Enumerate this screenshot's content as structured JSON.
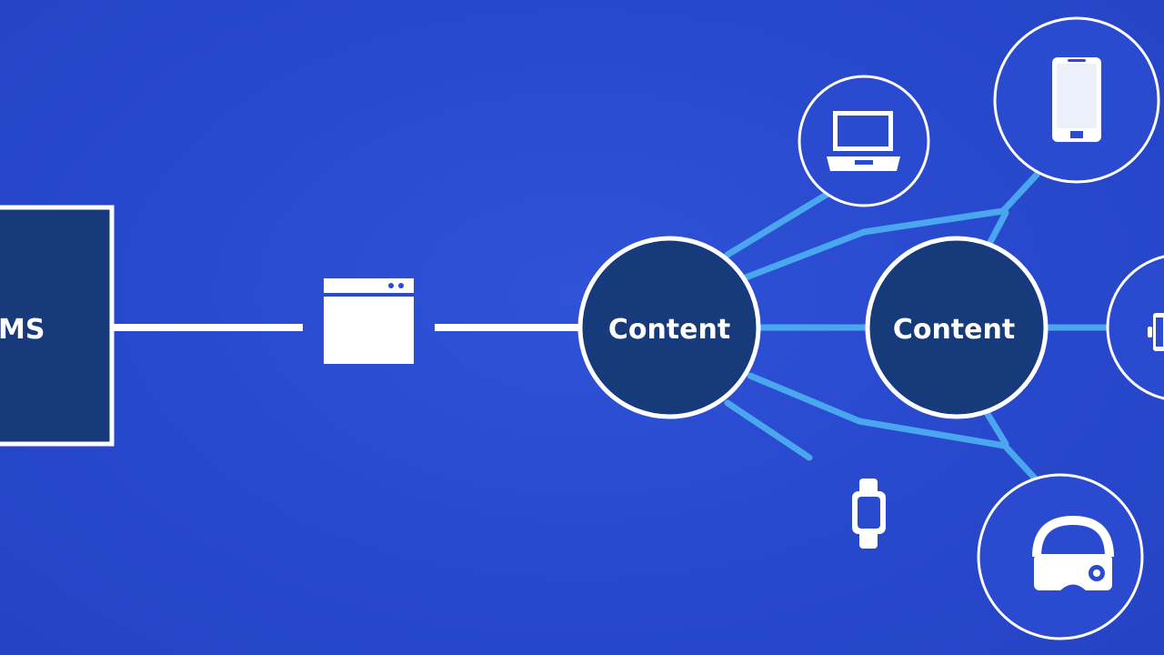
{
  "diagram": {
    "cms_label": "MS",
    "content_node_1": "Content",
    "content_node_2": "Content",
    "colors": {
      "background": "#2a4bd0",
      "node_fill": "#163a7a",
      "white_line": "#ffffff",
      "blue_line": "#4aa6ee"
    },
    "icons": [
      "browser-window-icon",
      "laptop-icon",
      "smartphone-icon",
      "tablet-icon",
      "smartwatch-icon",
      "vr-headset-icon"
    ]
  }
}
